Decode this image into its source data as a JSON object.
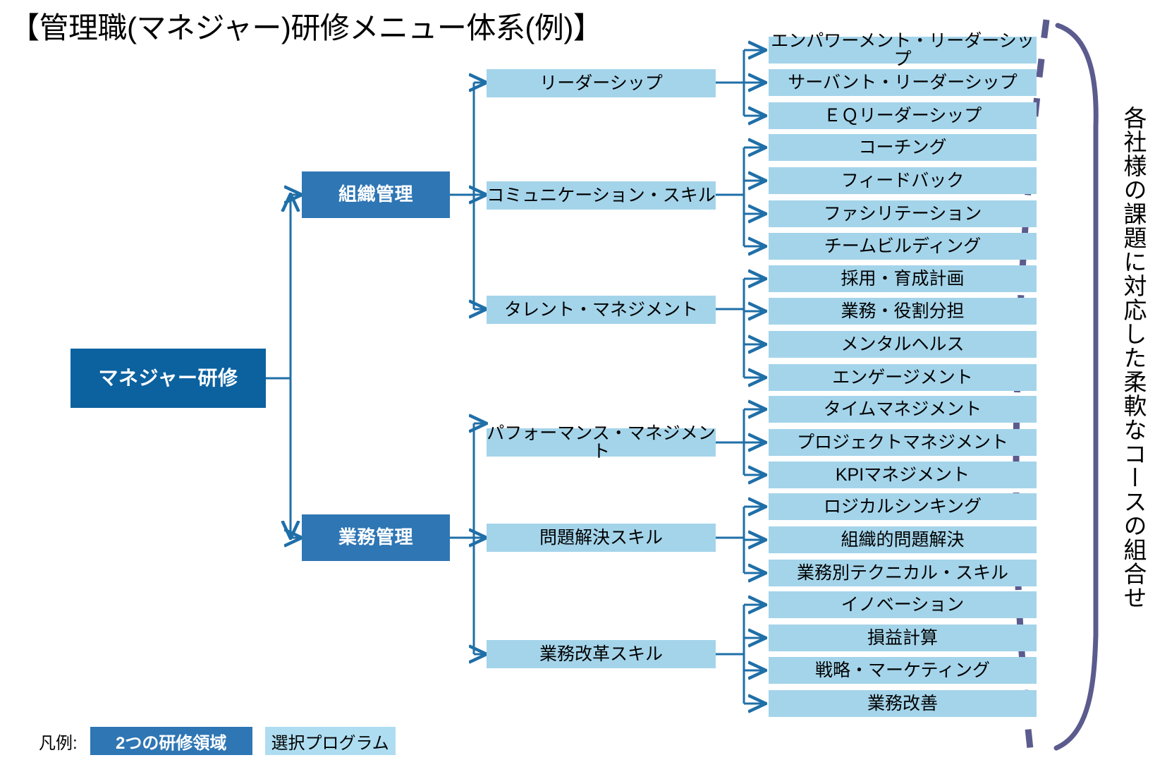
{
  "title": "【管理職(マネジャー)研修メニュー体系(例)】",
  "colors": {
    "root_fill": "#0C619F",
    "domain_fill": "#2E76B4",
    "program_fill": "#A4D4EA",
    "connector": "#1F6FA8",
    "brace": "#5B5B8E",
    "text_dark": "#000000",
    "text_light": "#FFFFFF",
    "background": "#FFFFFF"
  },
  "root": {
    "label": "マネジャー研修"
  },
  "domains": [
    {
      "label": "組織管理"
    },
    {
      "label": "業務管理"
    }
  ],
  "categories": [
    {
      "label": "リーダーシップ"
    },
    {
      "label": "コミュニケーション・スキル"
    },
    {
      "label": "タレント・マネジメント"
    },
    {
      "label": "パフォーマンス・マネジメント"
    },
    {
      "label": "問題解決スキル"
    },
    {
      "label": "業務改革スキル"
    }
  ],
  "programs": [
    {
      "label": "エンパワーメント・リーダーシップ"
    },
    {
      "label": "サーバント・リーダーシップ"
    },
    {
      "label": "ＥＱリーダーシップ"
    },
    {
      "label": "コーチング"
    },
    {
      "label": "フィードバック"
    },
    {
      "label": "ファシリテーション"
    },
    {
      "label": "チームビルディング"
    },
    {
      "label": "採用・育成計画"
    },
    {
      "label": "業務・役割分担"
    },
    {
      "label": "メンタルヘルス"
    },
    {
      "label": "エンゲージメント"
    },
    {
      "label": "タイムマネジメント"
    },
    {
      "label": "プロジェクトマネジメント"
    },
    {
      "label": "KPIマネジメント"
    },
    {
      "label": "ロジカルシンキング"
    },
    {
      "label": "組織的問題解決"
    },
    {
      "label": "業務別テクニカル・スキル"
    },
    {
      "label": "イノベーション"
    },
    {
      "label": "損益計算"
    },
    {
      "label": "戦略・マーケティング"
    },
    {
      "label": "業務改善"
    }
  ],
  "annotation": {
    "vertical_text": "各社様の課題に対応した柔軟なコースの組合せ"
  },
  "legend": {
    "label": "凡例:",
    "items": [
      {
        "label": "2つの研修領域",
        "style": "dark"
      },
      {
        "label": "選択プログラム",
        "style": "light"
      }
    ]
  },
  "chart_data": {
    "type": "tree",
    "title": "【管理職(マネジャー)研修メニュー体系(例)】",
    "root": "マネジャー研修",
    "nodes": [
      {
        "level": 1,
        "label": "組織管理",
        "children": [
          {
            "level": 2,
            "label": "リーダーシップ",
            "children": [
              "エンパワーメント・リーダーシップ",
              "サーバント・リーダーシップ",
              "ＥＱリーダーシップ"
            ]
          },
          {
            "level": 2,
            "label": "コミュニケーション・スキル",
            "children": [
              "コーチング",
              "フィードバック",
              "ファシリテーション",
              "チームビルディング"
            ]
          },
          {
            "level": 2,
            "label": "タレント・マネジメント",
            "children": [
              "採用・育成計画",
              "業務・役割分担",
              "メンタルヘルス",
              "エンゲージメント"
            ]
          }
        ]
      },
      {
        "level": 1,
        "label": "業務管理",
        "children": [
          {
            "level": 2,
            "label": "パフォーマンス・マネジメント",
            "children": [
              "タイムマネジメント",
              "プロジェクトマネジメント",
              "KPIマネジメント"
            ]
          },
          {
            "level": 2,
            "label": "問題解決スキル",
            "children": [
              "ロジカルシンキング",
              "組織的問題解決",
              "業務別テクニカル・スキル"
            ]
          },
          {
            "level": 2,
            "label": "業務改革スキル",
            "children": [
              "イノベーション",
              "損益計算",
              "戦略・マーケティング",
              "業務改善"
            ]
          }
        ]
      }
    ]
  }
}
